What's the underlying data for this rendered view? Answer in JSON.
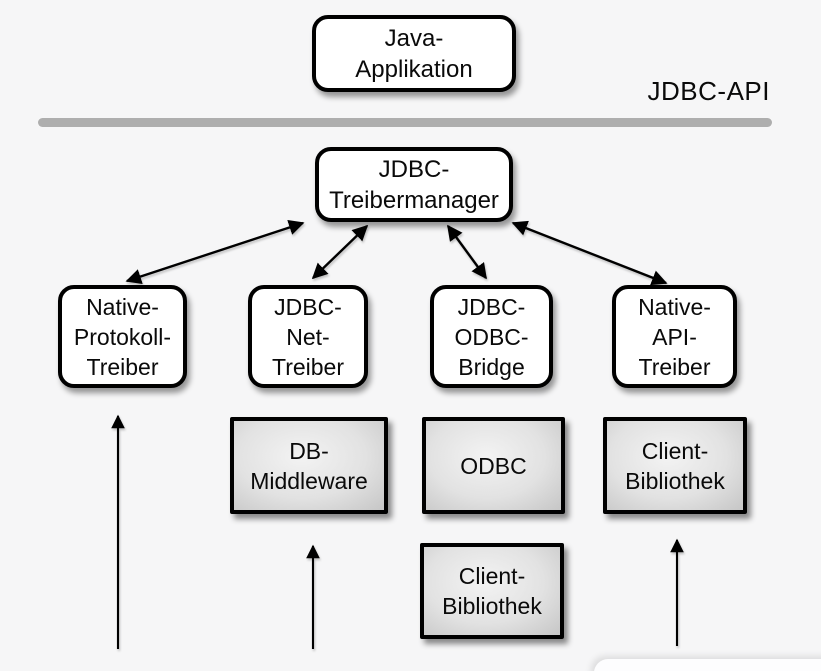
{
  "colors": {
    "background": "#f6f6f7",
    "node_fill": "#ffffff",
    "node_border": "#000000",
    "separator_line": "#aeaeae",
    "gray_box_light": "#f3f3f3",
    "gray_box_dark": "#c6c6c6",
    "arrow": "#000000",
    "text": "#0a0a0a"
  },
  "api_layer": {
    "label": "JDBC-API"
  },
  "nodes": {
    "java_application": {
      "lines": [
        "Java-",
        "Applikation"
      ]
    },
    "driver_manager": {
      "lines": [
        "JDBC-",
        "Treibermanager"
      ]
    },
    "native_protocol_driver": {
      "lines": [
        "Native-",
        "Protokoll-",
        "Treiber"
      ]
    },
    "jdbc_net_driver": {
      "lines": [
        "JDBC-",
        "Net-",
        "Treiber"
      ]
    },
    "jdbc_odbc_bridge": {
      "lines": [
        "JDBC-",
        "ODBC-",
        "Bridge"
      ]
    },
    "native_api_driver": {
      "lines": [
        "Native-",
        "API-",
        "Treiber"
      ]
    },
    "db_middleware": {
      "lines": [
        "DB-",
        "Middleware"
      ]
    },
    "odbc": {
      "lines": [
        "ODBC"
      ]
    },
    "client_library_right": {
      "lines": [
        "Client-",
        "Bibliothek"
      ]
    },
    "client_library_bottom": {
      "lines": [
        "Client-",
        "Bibliothek"
      ]
    }
  }
}
